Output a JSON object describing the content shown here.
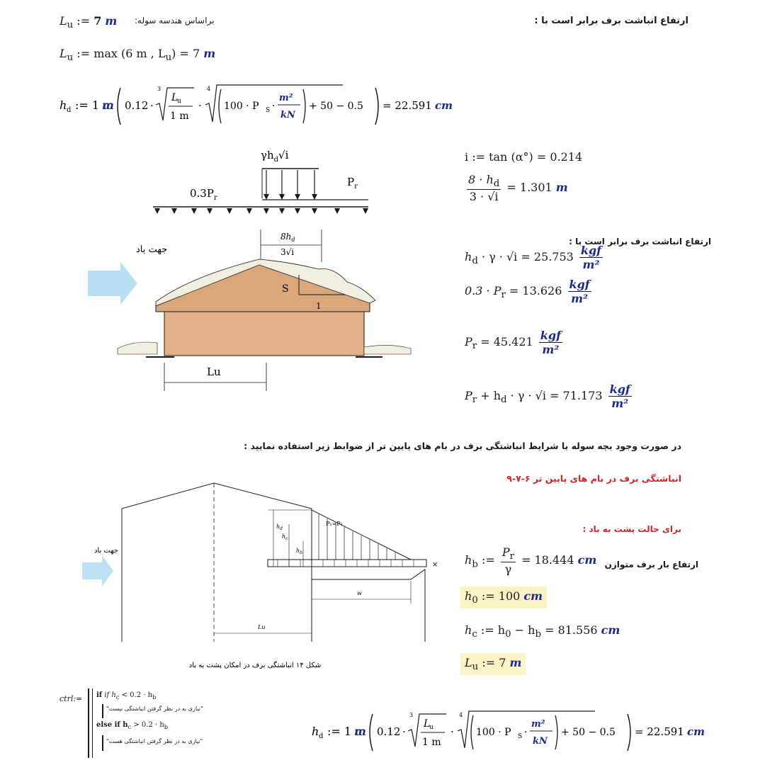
{
  "top": {
    "lu_eq": "L",
    "lu_sub": "u",
    "lu_val": "7",
    "unit_m": "m",
    "lu_note": "براساس هندسه سوله:",
    "right_heading": "ارتفاع انباشت برف برابر است با :",
    "lu_max": "L",
    "lu_max_rhs": "max (6 m , L",
    "lu_max_rhs2": ") = 7"
  },
  "hd_formula": {
    "lhs": "h",
    "lhs_sub": "d",
    "coef": ":= 1 m",
    "c1": "0.12",
    "frac_num": "L",
    "frac_num_sub": "u",
    "frac_den": "1 m",
    "inner": "100 · P",
    "inner_sub": "S",
    "inner_num": "m²",
    "inner_den": "kN",
    "plus": "+ 50 − 0.5",
    "result": "= 22.591",
    "unit": "cm",
    "root3": "3",
    "root4": "4"
  },
  "right_calcs": {
    "i_eq": "i := tan (α°) = 0.214",
    "frac8_num": "8 · h",
    "frac8_num_sub": "d",
    "frac8_den": "3 · √i",
    "frac8_val": "= 1.301",
    "frac8_unit": "m",
    "heading2": "ارتفاع انباشت برف برابر است با :",
    "hdg_lhs": "h",
    "hdg_rhs": " · γ · √i = 25.753",
    "pr03": "0.3 · P",
    "pr03_rhs": " = 13.626",
    "pr": "P",
    "pr_rhs": " = 45.421",
    "sum_lhs": "P",
    "sum_mid": " + h",
    "sum_rhs": " · γ · √i = 71.173",
    "unit_num": "kgf",
    "unit_den": "m²"
  },
  "diagram1": {
    "top_label": "γh",
    "top_label_sub": "d",
    "top_label_tail": "√i",
    "left_load": "0.3P",
    "right_load": "P",
    "load_sub": "r",
    "width_num": "8h",
    "width_num_sub": "d",
    "width_den": "3√i",
    "wind": "جهت باد",
    "slope_s": "S",
    "slope_1": "1",
    "lu_label": "Lu"
  },
  "section2": {
    "line": "در صورت وجود بچه سوله یا شرایط انباشتگی برف در بام های پایین تر از ضوابط زیر استفاده نمایید :",
    "red_heading": "انباشتگی برف در بام های پایین تر ۶-۷-۹",
    "red_sub": "برای حالت پشت به باد :"
  },
  "diagram2": {
    "wind": "جهت باد",
    "caption": "شکل ۱۴ انباشتگی برف در امکان پشت به باد",
    "hd": "h",
    "hc": "h",
    "hb": "h",
    "pr_label": "P₁=P₁",
    "w": "w",
    "lu": "Lu",
    "x": "×"
  },
  "hb_calcs": {
    "hb_lhs": "h",
    "hb_lhs_sub": "b",
    "hb_num": "P",
    "hb_num_sub": "r",
    "hb_den": "γ",
    "hb_val": "= 18.444",
    "hb_unit": "cm",
    "hb_note": "ارتفاع بار برف متوازن",
    "h0": "h",
    "h0_sub": "0",
    "h0_val": ":= 100",
    "h0_unit": "cm",
    "hc": "h",
    "hc_sub": "c",
    "hc_mid": ":= h",
    "hc_mid2": " − h",
    "hc_val": " = 81.556",
    "hc_unit": "cm",
    "lu": "L",
    "lu_sub": "u",
    "lu_val": ":= 7",
    "lu_unit": "m"
  },
  "program": {
    "ctrl": "ctrl:=",
    "if1": "if h",
    "if1_tail": " < 0.2 · h",
    "msg1": "\"نیازی به در نظر گرفتن انباشتگی نیست\"",
    "else": "else if h",
    "else_tail": " > 0.2 · h",
    "msg2": "\"نیازی به در نظر گرفتن انباشتگی هست\""
  },
  "colors": {
    "building": "#e2b187",
    "snow": "#f2eee0",
    "wind_arrow": "#9fd6ee",
    "highlight": "#fbf3c6",
    "red_text": "#d6222a",
    "units": "#1b2a8c"
  }
}
